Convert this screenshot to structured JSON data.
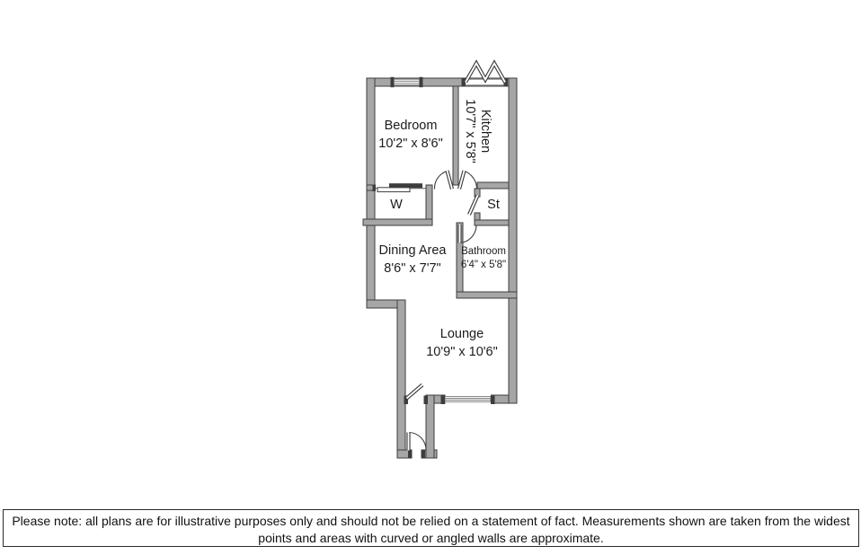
{
  "plan": {
    "rooms": {
      "bedroom": {
        "name": "Bedroom",
        "dims": "10'2\" x 8'6\""
      },
      "kitchen": {
        "name": "Kitchen",
        "dims": "10'7\" x 5'8\""
      },
      "wardrobe": {
        "abbr": "W"
      },
      "store": {
        "abbr": "St"
      },
      "dining": {
        "name": "Dining Area",
        "dims": "8'6\" x 7'7\""
      },
      "bathroom": {
        "name": "Bathroom",
        "dims": "6'4\" x 5'8\""
      },
      "lounge": {
        "name": "Lounge",
        "dims": "10'9\" x 10'6\""
      }
    }
  },
  "disclaimer": "Please note: all plans are for illustrative purposes only and should not be relied on a statement of fact. Measurements shown are taken from the widest points and areas with curved or angled walls are approximate.",
  "colors": {
    "wall_fill": "#a6a6a6",
    "wall_stroke": "#3d3d3d",
    "line": "#6a6a6a",
    "text": "#1c1c1c",
    "background": "#ffffff",
    "disclaimer_border": "#2b2b2b"
  }
}
